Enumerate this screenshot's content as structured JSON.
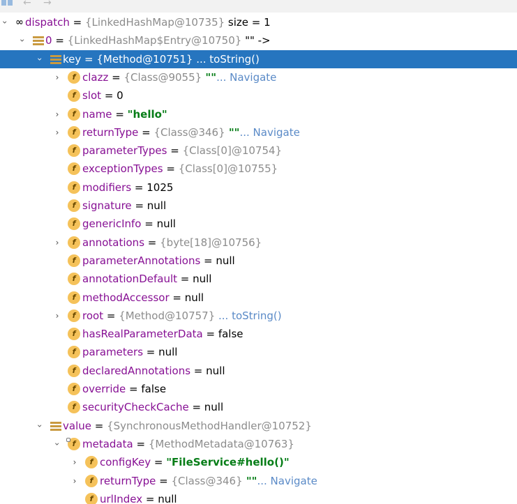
{
  "toolbar": {
    "back_icon": "arrow-left-icon",
    "forward_icon": "arrow-right-icon"
  },
  "rows": [
    {
      "name": "dispatch",
      "eq": " = ",
      "ref": "{LinkedHashMap@10735}",
      "tail": "  size = 1",
      "tail_class": "plain",
      "expand": "down",
      "icon": "infinity-loop-icon"
    },
    {
      "name": "0",
      "eq": " = ",
      "ref": "{LinkedHashMap$Entry@10750}",
      "tail": " \"\" ->",
      "tail_class": "plain",
      "expand": "down",
      "icon": "map-entry-icon"
    },
    {
      "name": "key",
      "eq": " = ",
      "ref": "{Method@10751}",
      "tail": " ... toString()",
      "tail_class": "plain",
      "expand": "down",
      "icon": "map-entry-icon",
      "selected": true
    },
    {
      "name": "clazz",
      "eq": " = ",
      "ref": "{Class@9055}",
      "str": " \"\"",
      "tail": "... Navigate",
      "tail_class": "link",
      "expand": "right",
      "icon": "field-icon"
    },
    {
      "name": "slot",
      "eq": " = ",
      "value": "0",
      "expand": "none",
      "icon": "field-icon"
    },
    {
      "name": "name",
      "eq": " = ",
      "str": "\"hello\"",
      "expand": "right",
      "icon": "field-icon"
    },
    {
      "name": "returnType",
      "eq": " = ",
      "ref": "{Class@346}",
      "str": " \"\"",
      "tail": "... Navigate",
      "tail_class": "link",
      "expand": "right",
      "icon": "field-icon"
    },
    {
      "name": "parameterTypes",
      "eq": " = ",
      "ref": "{Class[0]@10754}",
      "expand": "none",
      "icon": "field-icon"
    },
    {
      "name": "exceptionTypes",
      "eq": " = ",
      "ref": "{Class[0]@10755}",
      "expand": "none",
      "icon": "field-icon"
    },
    {
      "name": "modifiers",
      "eq": " = ",
      "value": "1025",
      "expand": "none",
      "icon": "field-icon"
    },
    {
      "name": "signature",
      "eq": " = ",
      "value": "null",
      "expand": "none",
      "icon": "field-icon"
    },
    {
      "name": "genericInfo",
      "eq": " = ",
      "value": "null",
      "expand": "none",
      "icon": "field-icon"
    },
    {
      "name": "annotations",
      "eq": " = ",
      "ref": "{byte[18]@10756}",
      "expand": "right",
      "icon": "field-icon"
    },
    {
      "name": "parameterAnnotations",
      "eq": " = ",
      "value": "null",
      "expand": "none",
      "icon": "field-icon"
    },
    {
      "name": "annotationDefault",
      "eq": " = ",
      "value": "null",
      "expand": "none",
      "icon": "field-icon"
    },
    {
      "name": "methodAccessor",
      "eq": " = ",
      "value": "null",
      "expand": "none",
      "icon": "field-icon"
    },
    {
      "name": "root",
      "eq": " = ",
      "ref": "{Method@10757}",
      "tail": " ... toString()",
      "tail_class": "link",
      "expand": "right",
      "icon": "field-icon"
    },
    {
      "name": "hasRealParameterData",
      "eq": " = ",
      "value": "false",
      "expand": "none",
      "icon": "field-icon"
    },
    {
      "name": "parameters",
      "eq": " = ",
      "value": "null",
      "expand": "none",
      "icon": "field-icon"
    },
    {
      "name": "declaredAnnotations",
      "eq": " = ",
      "value": "null",
      "expand": "none",
      "icon": "field-icon"
    },
    {
      "name": "override",
      "eq": " = ",
      "value": "false",
      "expand": "none",
      "icon": "field-icon"
    },
    {
      "name": "securityCheckCache",
      "eq": " = ",
      "value": "null",
      "expand": "none",
      "icon": "field-icon"
    },
    {
      "name": "value",
      "eq": " = ",
      "ref": "{SynchronousMethodHandler@10752}",
      "expand": "down",
      "icon": "map-entry-icon"
    },
    {
      "name": "metadata",
      "eq": " = ",
      "ref": "{MethodMetadata@10763}",
      "expand": "down",
      "icon": "locked-field-icon"
    },
    {
      "name": "configKey",
      "eq": " = ",
      "str": "\"FileService#hello()\"",
      "expand": "right",
      "icon": "field-icon"
    },
    {
      "name": "returnType",
      "eq": " = ",
      "ref": "{Class@346}",
      "str": " \"\"",
      "tail": "... Navigate",
      "tail_class": "link",
      "expand": "right",
      "icon": "field-icon"
    },
    {
      "name": "urlIndex",
      "eq": " = ",
      "value": "null",
      "expand": "none",
      "icon": "field-icon"
    }
  ],
  "field_icon_letter": "f",
  "colors": {
    "selection": "#2675bf",
    "field_name": "#871094",
    "reference": "#8c8c8c",
    "string": "#067d17",
    "link": "#5a8ac7"
  }
}
